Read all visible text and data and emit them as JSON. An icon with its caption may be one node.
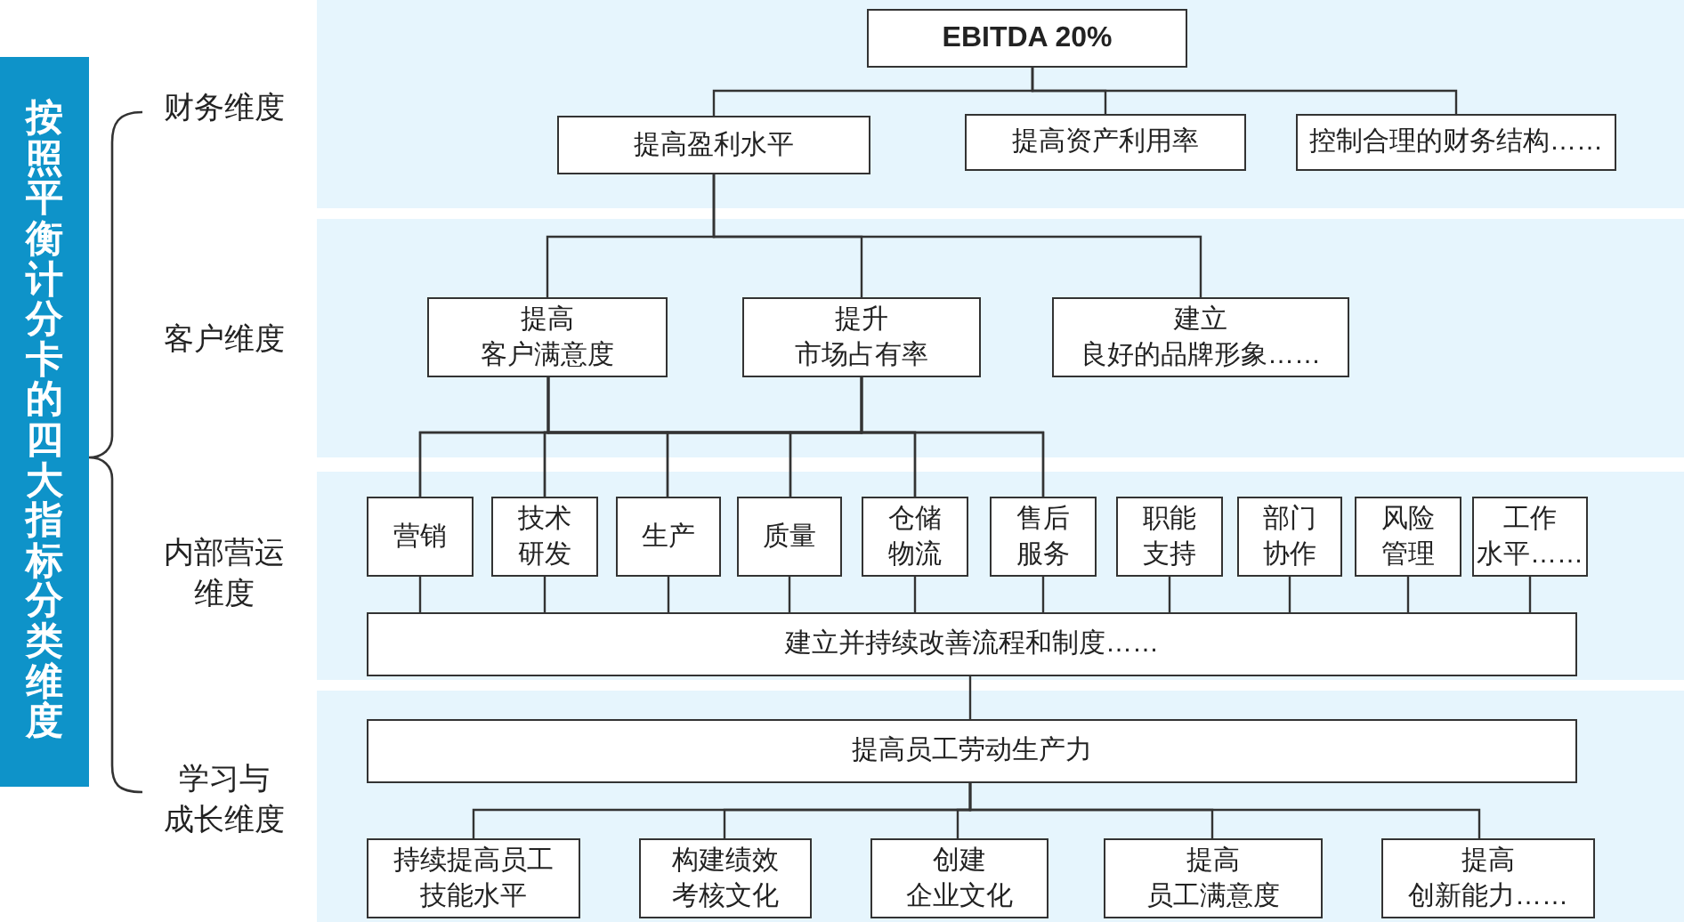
{
  "diagram": {
    "nodes": [
      {
        "text": [
          "EBITDA 20%"
        ]
      },
      {
        "text": [
          "提高盈利水平"
        ]
      },
      {
        "text": [
          "提高资产利用率"
        ]
      },
      {
        "text": [
          "控制合理的财务结构……"
        ]
      },
      {
        "text": [
          "提高客户满意度"
        ]
      },
      {
        "text": [
          "提升市场占有率"
        ]
      },
      {
        "text": [
          "建立良好的品牌形象……"
        ]
      },
      {
        "text": [
          "营销"
        ]
      },
      {
        "text": [
          "技术研发"
        ]
      },
      {
        "text": [
          "生产"
        ]
      },
      {
        "text": [
          "质量"
        ]
      },
      {
        "text": [
          "仓储物流"
        ]
      },
      {
        "text": [
          "售后服务"
        ]
      },
      {
        "text": [
          "职能支持"
        ]
      },
      {
        "text": [
          "部门协作"
        ]
      },
      {
        "text": [
          "风险管理"
        ]
      },
      {
        "text": [
          "工作水平……"
        ]
      },
      {
        "text": [
          "建立并持续改善流程和制度……"
        ]
      },
      {
        "text": [
          "提高员工劳动生产力"
        ]
      },
      {
        "text": [
          "持续提高员工技能水平"
        ]
      },
      {
        "text": [
          "构建绩效考核文化"
        ]
      },
      {
        "text": [
          "创建企业文化"
        ]
      },
      {
        "text": [
          "提高员工满意度"
        ]
      },
      {
        "text": [
          "提高创新能力……"
        ]
      },
      {
        "text": [
          "按照平衡计分卡的四大指标分类维度"
        ]
      }
    ],
    "edges": [
      {
        "from": 0,
        "to": 1,
        "arrow": "none"
      },
      {
        "from": 0,
        "to": 2,
        "arrow": "none"
      },
      {
        "from": 0,
        "to": 3,
        "arrow": "none"
      },
      {
        "from": 1,
        "to": 4,
        "arrow": "none"
      },
      {
        "from": 1,
        "to": 5,
        "arrow": "none"
      },
      {
        "from": 1,
        "to": 6,
        "arrow": "none"
      },
      {
        "from": 4,
        "to": 7,
        "arrow": "none"
      },
      {
        "from": 4,
        "to": 8,
        "arrow": "none"
      },
      {
        "from": 4,
        "to": 9,
        "arrow": "none"
      },
      {
        "from": 4,
        "to": 10,
        "arrow": "none"
      },
      {
        "from": 4,
        "to": 11,
        "arrow": "none"
      },
      {
        "from": 4,
        "to": 12,
        "arrow": "none"
      },
      {
        "from": 5,
        "to": 7,
        "arrow": "none"
      },
      {
        "from": 5,
        "to": 8,
        "arrow": "none"
      },
      {
        "from": 5,
        "to": 9,
        "arrow": "none"
      },
      {
        "from": 5,
        "to": 10,
        "arrow": "none"
      },
      {
        "from": 5,
        "to": 11,
        "arrow": "none"
      },
      {
        "from": 5,
        "to": 12,
        "arrow": "none"
      },
      {
        "from": 7,
        "to": 17,
        "arrow": "none"
      },
      {
        "from": 8,
        "to": 17,
        "arrow": "none"
      },
      {
        "from": 9,
        "to": 17,
        "arrow": "none"
      },
      {
        "from": 10,
        "to": 17,
        "arrow": "none"
      },
      {
        "from": 11,
        "to": 17,
        "arrow": "none"
      },
      {
        "from": 12,
        "to": 17,
        "arrow": "none"
      },
      {
        "from": 13,
        "to": 17,
        "arrow": "none"
      },
      {
        "from": 14,
        "to": 17,
        "arrow": "none"
      },
      {
        "from": 15,
        "to": 17,
        "arrow": "none"
      },
      {
        "from": 16,
        "to": 17,
        "arrow": "none"
      },
      {
        "from": 17,
        "to": 18,
        "arrow": "none"
      },
      {
        "from": 18,
        "to": 19,
        "arrow": "none"
      },
      {
        "from": 18,
        "to": 20,
        "arrow": "none"
      },
      {
        "from": 18,
        "to": 21,
        "arrow": "none"
      },
      {
        "from": 18,
        "to": 22,
        "arrow": "none"
      },
      {
        "from": 18,
        "to": 23,
        "arrow": "none"
      }
    ],
    "labels": [
      "财务维度",
      "客户维度",
      "内部营运维度",
      "学习与成长维度"
    ]
  }
}
